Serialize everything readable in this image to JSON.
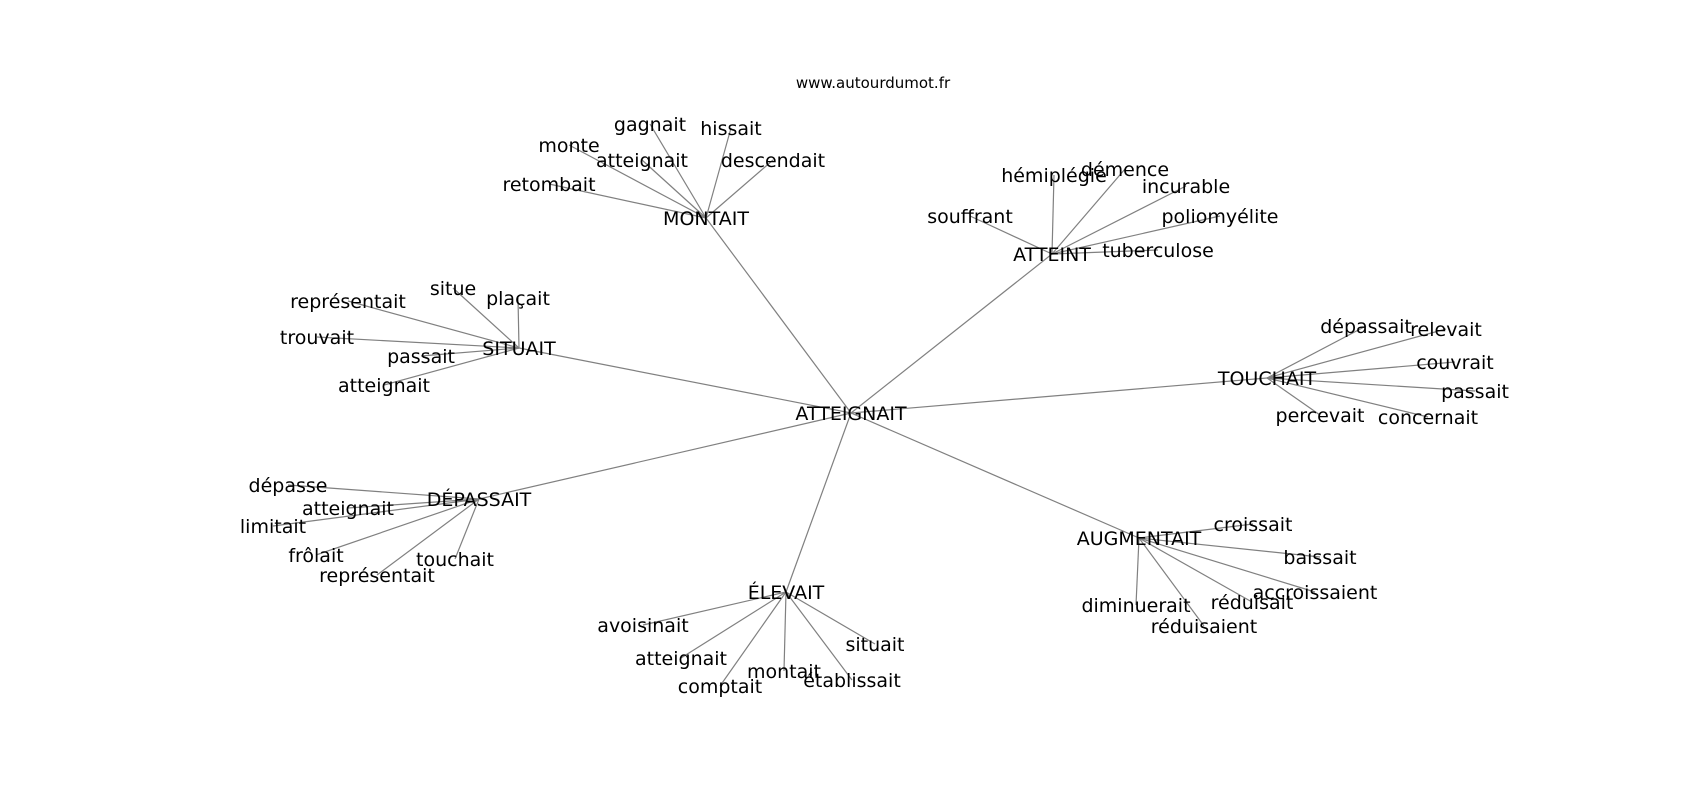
{
  "site": "www.autourdumot.fr",
  "center": "ATTEIGNAIT",
  "clusters": [
    {
      "id": "montait",
      "label": "MONTAIT",
      "words": [
        "gagnait",
        "hissait",
        "monte",
        "atteignait",
        "descendait",
        "retombait"
      ]
    },
    {
      "id": "atteint",
      "label": "ATTEINT",
      "words": [
        "hémiplégie",
        "démence",
        "incurable",
        "souffrant",
        "poliomyélite",
        "tuberculose"
      ]
    },
    {
      "id": "situait",
      "label": "SITUAIT",
      "words": [
        "situe",
        "plaçait",
        "représentait",
        "trouvait",
        "passait",
        "atteignait"
      ]
    },
    {
      "id": "touchait",
      "label": "TOUCHAIT",
      "words": [
        "dépassait",
        "relevait",
        "couvrait",
        "passait",
        "percevait",
        "concernait"
      ]
    },
    {
      "id": "depassait",
      "label": "DÉPASSAIT",
      "words": [
        "dépasse",
        "atteignait",
        "limitait",
        "frôlait",
        "touchait",
        "représentait"
      ]
    },
    {
      "id": "augmentait",
      "label": "AUGMENTAIT",
      "words": [
        "croissait",
        "baissait",
        "accroissaient",
        "diminuerait",
        "réduisait",
        "réduisaient"
      ]
    },
    {
      "id": "elevait",
      "label": "ÉLEVAIT",
      "words": [
        "avoisinait",
        "situait",
        "atteignait",
        "montait",
        "établissait",
        "comptait"
      ]
    }
  ]
}
